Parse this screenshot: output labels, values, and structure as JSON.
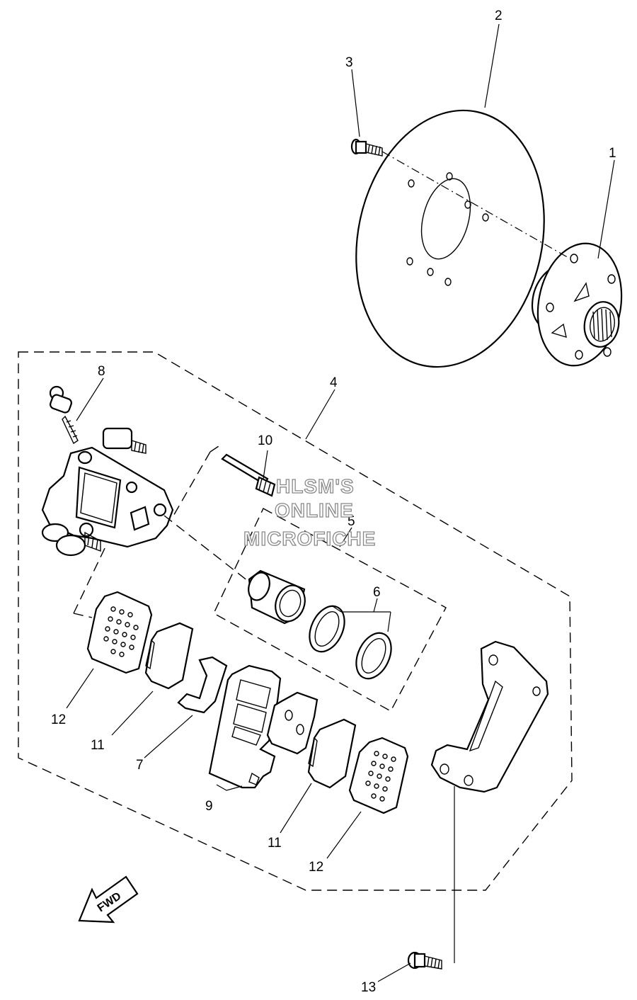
{
  "callouts": [
    {
      "id": "1",
      "text": "1"
    },
    {
      "id": "2",
      "text": "2"
    },
    {
      "id": "3",
      "text": "3"
    },
    {
      "id": "4",
      "text": "4"
    },
    {
      "id": "5",
      "text": "5"
    },
    {
      "id": "6",
      "text": "6"
    },
    {
      "id": "7",
      "text": "7"
    },
    {
      "id": "8",
      "text": "8"
    },
    {
      "id": "9",
      "text": "9"
    },
    {
      "id": "10",
      "text": "10"
    },
    {
      "id": "11a",
      "text": "11"
    },
    {
      "id": "11b",
      "text": "11"
    },
    {
      "id": "12a",
      "text": "12"
    },
    {
      "id": "12b",
      "text": "12"
    },
    {
      "id": "13",
      "text": "13"
    }
  ],
  "watermark": {
    "line1": "HLSM'S",
    "line2": "ONLINE",
    "line3": "MICROFICHE"
  },
  "direction_arrow": {
    "text": "FWD",
    "icon": "fwd-arrow-icon"
  }
}
